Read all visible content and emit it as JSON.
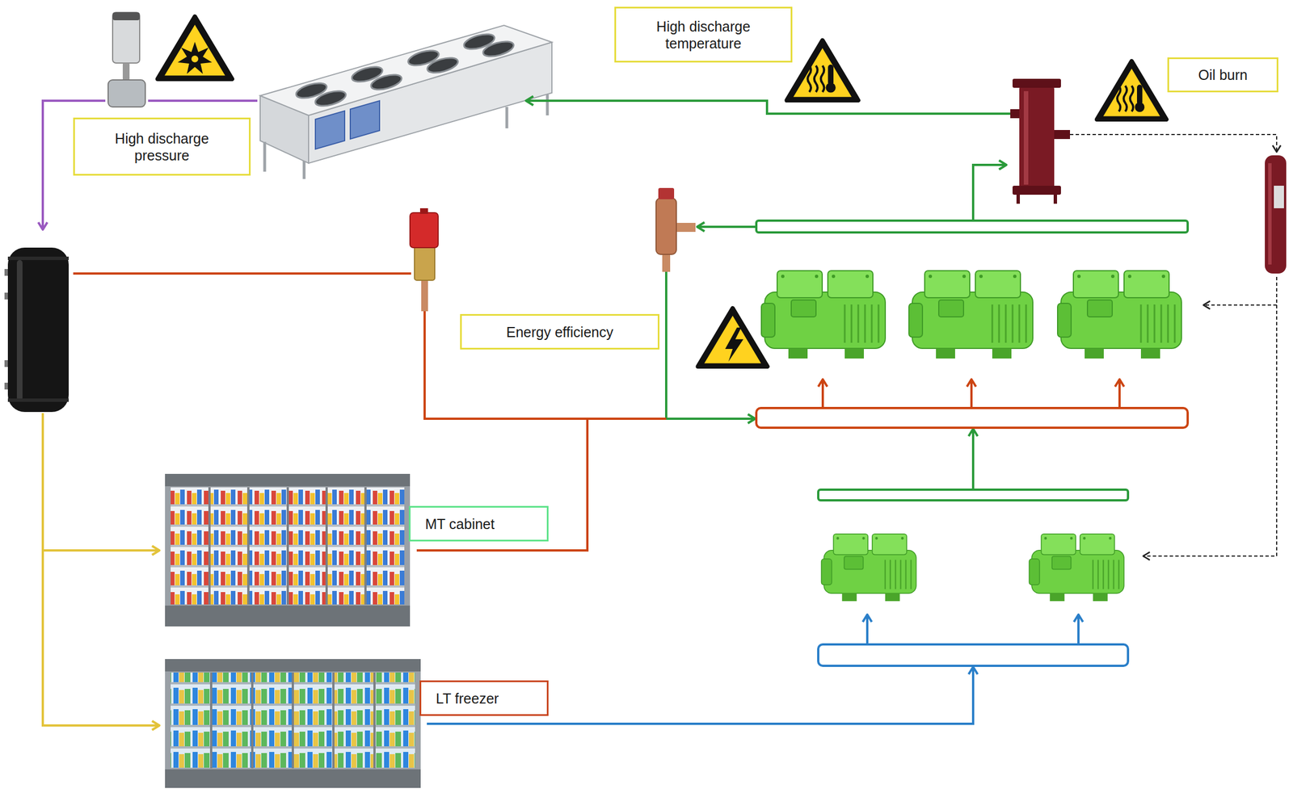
{
  "diagram": {
    "nodes": [
      {
        "text": [
          "High discharge temperature"
        ]
      },
      {
        "text": [
          "Oil burn"
        ]
      },
      {
        "text": [
          "High discharge pressure"
        ]
      },
      {
        "text": [
          "Energy efficiency"
        ]
      },
      {
        "text": [
          "MT cabinet"
        ]
      },
      {
        "text": [
          "LT freezer"
        ]
      }
    ]
  }
}
